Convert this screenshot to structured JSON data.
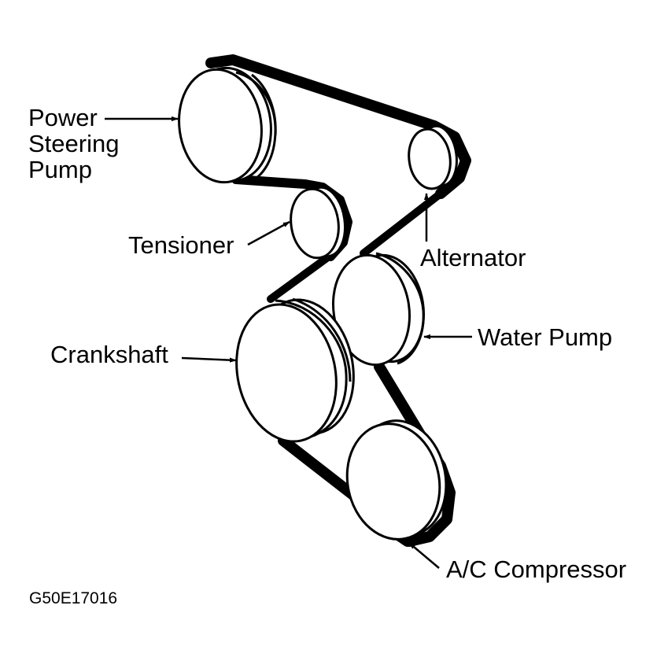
{
  "diagram": {
    "colors": {
      "ink": "#000000",
      "paper": "#ffffff"
    },
    "labels": {
      "power_steering_pump": [
        "Power",
        "Steering",
        "Pump"
      ],
      "tensioner": "Tensioner",
      "alternator": "Alternator",
      "water_pump": "Water Pump",
      "crankshaft": "Crankshaft",
      "ac_compressor": "A/C Compressor"
    },
    "figure_code": "G50E17016"
  }
}
